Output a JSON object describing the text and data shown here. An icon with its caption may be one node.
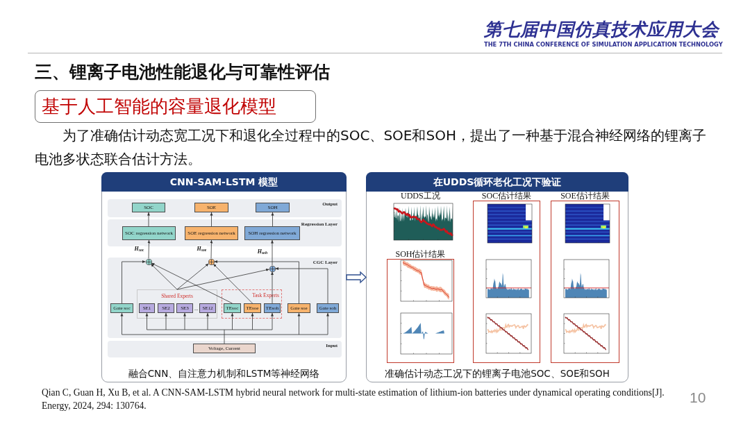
{
  "diagram": {
    "title": "三、锂离子电池性能退化与可靠性评估",
    "nodes": [
      {
        "text": [
          "基于人工智能的容量退化模型"
        ]
      },
      {
        "text": [
          "CNN-SAM-LSTM 模型",
          "融合CNN、自注意力机制和LSTM等神经网络"
        ]
      },
      {
        "text": [
          "Output"
        ],
        "in": 1
      },
      {
        "text": [
          "SOC"
        ],
        "in": 2
      },
      {
        "text": [
          "SOE"
        ],
        "in": 2
      },
      {
        "text": [
          "SOH"
        ],
        "in": 2
      },
      {
        "text": [
          "Regression Layer"
        ],
        "in": 1
      },
      {
        "text": [
          "SOC regression network"
        ],
        "in": 6
      },
      {
        "text": [
          "SOE regression network"
        ],
        "in": 6
      },
      {
        "text": [
          "SOH regression network"
        ],
        "in": 6
      },
      {
        "text": [
          "CGC Layer"
        ],
        "in": 1
      },
      {
        "text": [],
        "shape": "circle",
        "in": 10
      },
      {
        "text": [],
        "shape": "circle",
        "in": 10
      },
      {
        "text": [],
        "shape": "circle",
        "in": 10
      },
      {
        "text": [
          "Gate soc"
        ],
        "in": 10
      },
      {
        "text": [
          "Shared Experts"
        ],
        "in": 10
      },
      {
        "text": [
          "SE1"
        ],
        "in": 15
      },
      {
        "text": [
          "SE2"
        ],
        "in": 15
      },
      {
        "text": [
          "SE3"
        ],
        "in": 15
      },
      {
        "text": [
          "SE12"
        ],
        "in": 15
      },
      {
        "text": [
          "Task Experts"
        ],
        "in": 10
      },
      {
        "text": [
          "TEsoc"
        ],
        "in": 20
      },
      {
        "text": [
          "TEsoe"
        ],
        "in": 20
      },
      {
        "text": [
          "TEsoh"
        ],
        "in": 20
      },
      {
        "text": [
          "Gate soe"
        ],
        "in": 10
      },
      {
        "text": [
          "Gate soh"
        ],
        "in": 10
      },
      {
        "text": [
          "Input"
        ],
        "in": 1
      },
      {
        "text": [
          "Voltage, Current"
        ],
        "in": 26
      },
      {
        "text": [
          "在UDDS循环老化工况下验证",
          "准确估计动态工况下的锂离子电池SOC、SOE和SOH"
        ]
      },
      {
        "text": [
          "SOC估计结果"
        ],
        "in": 28
      },
      {
        "text": [
          "SOE估计结果"
        ],
        "in": 28
      },
      {
        "text": [
          "SOH估计结果"
        ],
        "in": 28
      }
    ],
    "edges": [
      {
        "from": 7,
        "to": 3,
        "arrow": "to"
      },
      {
        "from": 8,
        "to": 4,
        "arrow": "to"
      },
      {
        "from": 9,
        "to": 5,
        "arrow": "to"
      },
      {
        "from": 11,
        "to": 7,
        "arrow": "to",
        "label": "H$_{soc}$"
      },
      {
        "from": 12,
        "to": 8,
        "arrow": "to",
        "label": "H$_{soe}$"
      },
      {
        "from": 13,
        "to": 9,
        "arrow": "to",
        "label": "H$_{soh}$"
      },
      {
        "from": 14,
        "to": 11,
        "arrow": "to"
      },
      {
        "from": 24,
        "to": 12,
        "arrow": "to"
      },
      {
        "from": 25,
        "to": 13,
        "arrow": "to"
      },
      {
        "from": 15,
        "to": 11,
        "arrow": "to"
      },
      {
        "from": 15,
        "to": 12,
        "arrow": "to"
      },
      {
        "from": 15,
        "to": 13,
        "arrow": "to"
      },
      {
        "from": 21,
        "to": 11,
        "arrow": "to"
      },
      {
        "from": 22,
        "to": 12,
        "arrow": "to"
      },
      {
        "from": 23,
        "to": 13,
        "arrow": "to"
      },
      {
        "from": 27,
        "to": 14,
        "arrow": "to"
      },
      {
        "from": 27,
        "to": 16,
        "arrow": "to"
      },
      {
        "from": 27,
        "to": 17,
        "arrow": "to"
      },
      {
        "from": 27,
        "to": 18,
        "arrow": "to"
      },
      {
        "from": 27,
        "to": 19,
        "arrow": "to"
      },
      {
        "from": 27,
        "to": 21,
        "arrow": "to"
      },
      {
        "from": 27,
        "to": 22,
        "arrow": "to"
      },
      {
        "from": 27,
        "to": 23,
        "arrow": "to"
      },
      {
        "from": 27,
        "to": 24,
        "arrow": "to"
      },
      {
        "from": 27,
        "to": 25,
        "arrow": "to"
      },
      {
        "from": 1,
        "to": 28,
        "arrow": "to",
        "style": "thick",
        "color": "#2f4f8f"
      }
    ],
    "labels": [
      "第七届中国仿真技术应用大会",
      "THE 7TH CHINA CONFERENCE OF SIMULATION APPLICATION TECHNOLOGY",
      "为了准确估计动态宽工况下和退化全过程中的SOC、SOE和SOH，提出了一种基于混合神经网络的锂离子电池多状态联合估计方法。",
      "...",
      "UDDS工况",
      "Qian C, Guan H, Xu B, et al. A CNN-SAM-LSTM hybrid neural network for multi-state estimation of lithium-ion batteries under dynamical operating conditions[J]. Energy, 2024, 294: 130764.",
      "10"
    ]
  }
}
